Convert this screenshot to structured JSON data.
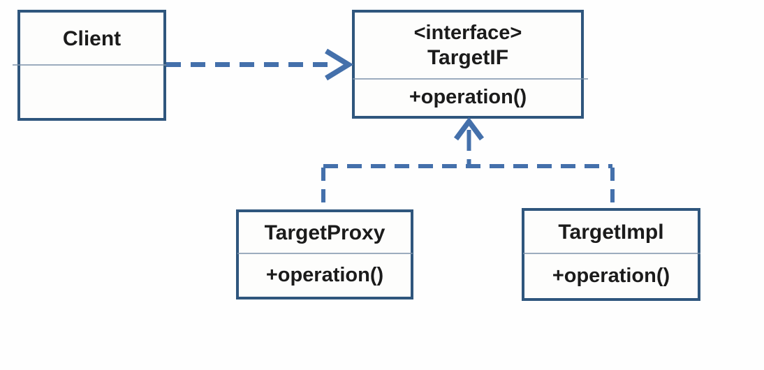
{
  "diagram": {
    "type": "uml-class-diagram",
    "classes": {
      "client": {
        "name": "Client",
        "members": ""
      },
      "target_if": {
        "stereotype": "<interface>",
        "name": "TargetIF",
        "members": "+operation()"
      },
      "target_proxy": {
        "name": "TargetProxy",
        "members": "+operation()"
      },
      "target_impl": {
        "name": "TargetImpl",
        "members": "+operation()"
      }
    },
    "relationships": [
      {
        "from": "Client",
        "to": "TargetIF",
        "type": "dependency",
        "style": "dashed-open-arrow"
      },
      {
        "from": "TargetProxy",
        "to": "TargetIF",
        "type": "realization",
        "style": "dashed-open-arrow"
      },
      {
        "from": "TargetImpl",
        "to": "TargetIF",
        "type": "realization",
        "style": "dashed-open-arrow"
      }
    ],
    "colors": {
      "box_border": "#2f567d",
      "box_fill": "#fdfdfc",
      "divider": "#7d92a9",
      "connector": "#4470ab",
      "text": "#1b1b1b",
      "background": "#fefefe"
    }
  }
}
